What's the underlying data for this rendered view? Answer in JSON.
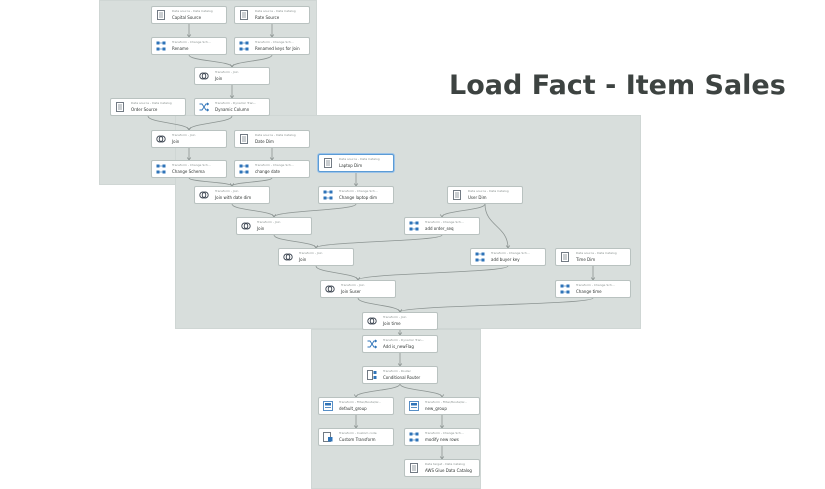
{
  "title": "Load Fact - Item Sales",
  "nodes": [
    {
      "sub": "Data source - Data Catalog",
      "name": "Capital Source",
      "icon": "table-icon"
    },
    {
      "sub": "Data source - Data Catalog",
      "name": "Rate Source",
      "icon": "table-icon"
    },
    {
      "sub": "Transform - Change Sch...",
      "name": "Rename",
      "icon": "grid-icon"
    },
    {
      "sub": "Transform - Change Sch...",
      "name": "Renamed keys for Join",
      "icon": "grid-icon"
    },
    {
      "sub": "Transform - Join",
      "name": "Join",
      "icon": "join-icon"
    },
    {
      "sub": "Data source - Data Catalog",
      "name": "Order Source",
      "icon": "table-icon"
    },
    {
      "sub": "Transform - Dynamic Tran...",
      "name": "Dynamic Column",
      "icon": "shuffle-icon"
    },
    {
      "sub": "Transform - Join",
      "name": "Join",
      "icon": "join-icon"
    },
    {
      "sub": "Data source - Data Catalog",
      "name": "Date Dim",
      "icon": "table-icon"
    },
    {
      "sub": "Transform - Change Sch...",
      "name": "Change Schema",
      "icon": "grid-icon"
    },
    {
      "sub": "Transform - Change Sch...",
      "name": "change date",
      "icon": "grid-icon"
    },
    {
      "sub": "Data source - Data Catalog",
      "name": "Laptop Dim",
      "icon": "table-icon"
    },
    {
      "sub": "Transform - Join",
      "name": "Join with date dim",
      "icon": "join-icon"
    },
    {
      "sub": "Transform - Change Sch...",
      "name": "Change laptop dim",
      "icon": "grid-icon"
    },
    {
      "sub": "Data source - Data Catalog",
      "name": "User Dim",
      "icon": "table-icon"
    },
    {
      "sub": "Transform - Join",
      "name": "Join",
      "icon": "join-icon"
    },
    {
      "sub": "Transform - Change Sch...",
      "name": "add order_seq",
      "icon": "grid-icon"
    },
    {
      "sub": "Transform - Join",
      "name": "Join",
      "icon": "join-icon"
    },
    {
      "sub": "Transform - Change Sch...",
      "name": "add buyer key",
      "icon": "grid-icon"
    },
    {
      "sub": "Data source - Data Catalog",
      "name": "Time Dim",
      "icon": "table-icon"
    },
    {
      "sub": "Transform - Join",
      "name": "Join Suser",
      "icon": "join-icon"
    },
    {
      "sub": "Transform - Change Sch...",
      "name": "Change time",
      "icon": "grid-icon"
    },
    {
      "sub": "Transform - Join",
      "name": "Join time",
      "icon": "join-icon"
    },
    {
      "sub": "Transform - Dynamic Tran...",
      "name": "Add is_newFlag",
      "icon": "shuffle-icon"
    },
    {
      "sub": "Transform - Router",
      "name": "Conditional Router",
      "icon": "router-icon"
    },
    {
      "sub": "Transform - Filter/Route/Gr...",
      "name": "default_group",
      "icon": "filter-icon"
    },
    {
      "sub": "Transform - Filter/Route/Gr...",
      "name": "new_group",
      "icon": "filter-icon"
    },
    {
      "sub": "Transform - Custom code",
      "name": "Custom Transform",
      "icon": "code-icon"
    },
    {
      "sub": "Transform - Change Sch...",
      "name": "modify new rows",
      "icon": "grid-icon"
    },
    {
      "sub": "Data target - Data Catalog",
      "name": "AWS Glue Data Catalog",
      "icon": "table-icon"
    }
  ]
}
